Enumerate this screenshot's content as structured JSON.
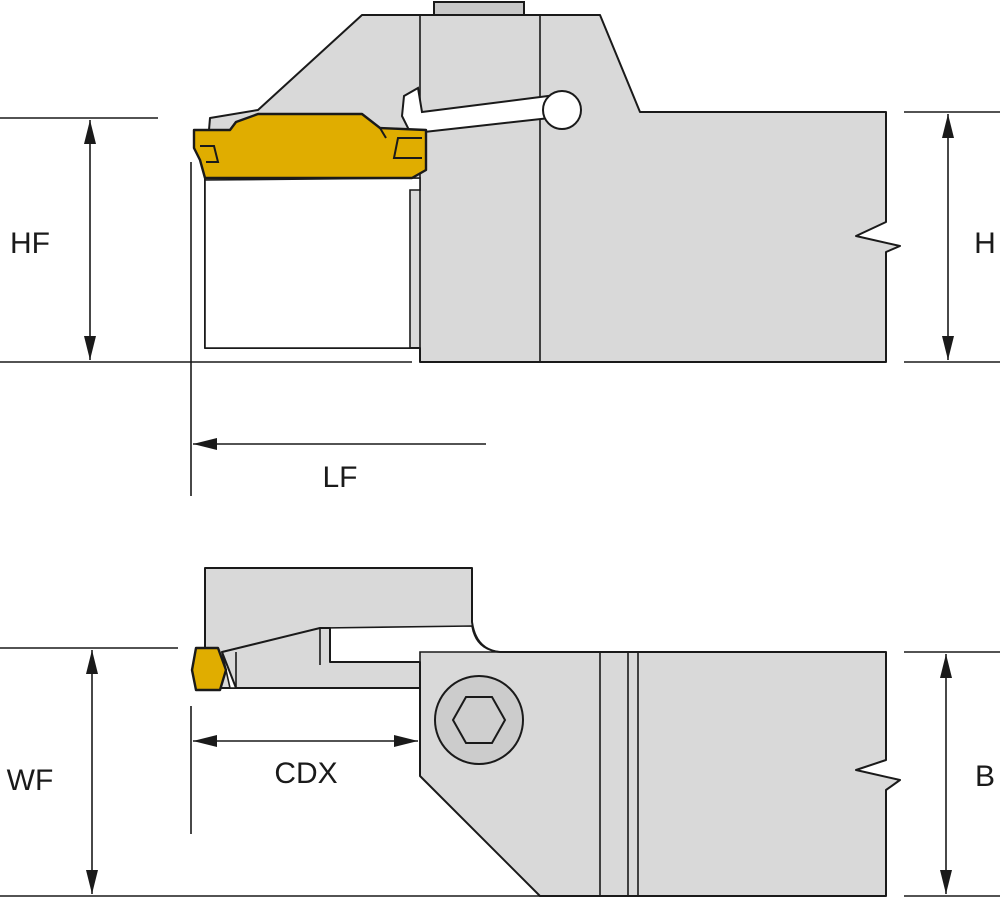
{
  "colors": {
    "body_fill": "#d9d9d9",
    "insert_fill": "#e0ad00",
    "outline": "#1a1a1a",
    "background": "#ffffff"
  },
  "labels": {
    "hf": "HF",
    "h": "H",
    "lf": "LF",
    "wf": "WF",
    "cdx": "CDX",
    "b": "B"
  }
}
